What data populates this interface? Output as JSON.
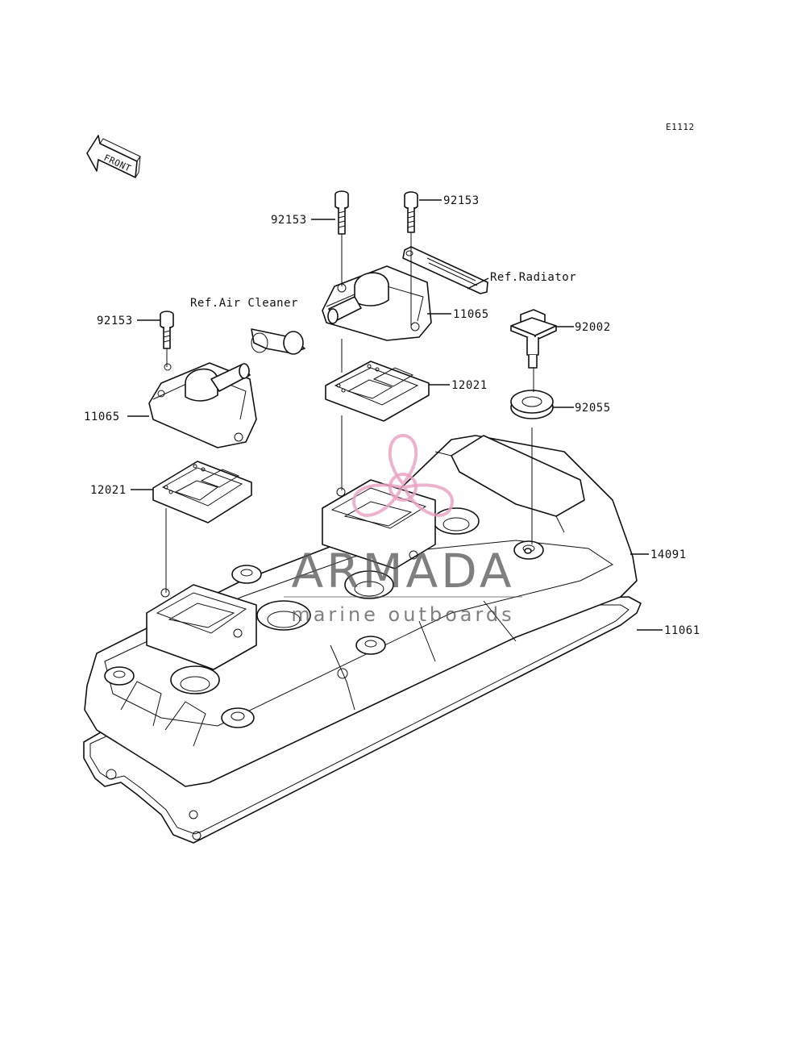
{
  "diagram_code": "E1112",
  "front_arrow_label": "FRONT",
  "callouts": {
    "bolt_top_right": "92153",
    "bolt_top_mid": "92153",
    "bolt_left": "92153",
    "ref_radiator": "Ref.Radiator",
    "ref_air_cleaner": "Ref.Air Cleaner",
    "cover_right": "11065",
    "cover_left": "11065",
    "bolt_cap": "92002",
    "reed_right": "12021",
    "reed_left": "12021",
    "seal": "92055",
    "head_cover": "14091",
    "gasket": "11061"
  },
  "watermark": {
    "brand": "ARMADA",
    "tagline": "marine outboards",
    "logo_color": "#e8a0c0"
  }
}
